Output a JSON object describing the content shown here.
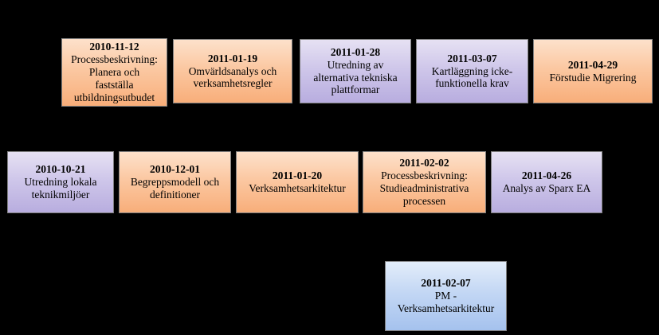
{
  "cards": [
    {
      "date": "2010-11-12",
      "title": "Processbeskrivning:\nPlanera och\nfastställa\nutbildningsutbudet",
      "color": "orange"
    },
    {
      "date": "2011-01-19",
      "title": "Omvärldsanalys och\nverksamhetsregler",
      "color": "orange"
    },
    {
      "date": "2011-01-28",
      "title": "Utredning av\nalternativa tekniska\nplattformar",
      "color": "purple"
    },
    {
      "date": "2011-03-07",
      "title": "Kartläggning icke-\nfunktionella krav",
      "color": "purple"
    },
    {
      "date": "2011-04-29",
      "title": "Förstudie Migrering",
      "color": "orange"
    },
    {
      "date": "2010-10-21",
      "title": "Utredning lokala\nteknikmiljöer",
      "color": "purple"
    },
    {
      "date": "2010-12-01",
      "title": "Begreppsmodell och\ndefinitioner",
      "color": "orange"
    },
    {
      "date": "2011-01-20",
      "title": "Verksamhetsarkitektur",
      "color": "orange"
    },
    {
      "date": "2011-02-02",
      "title": "Processbeskrivning:\nStudieadministrativa\nprocessen",
      "color": "orange"
    },
    {
      "date": "2011-04-26",
      "title": "Analys av Sparx EA",
      "color": "purple"
    },
    {
      "date": "2011-02-07",
      "title": "PM -\nVerksamhetsarkitektur",
      "color": "blue"
    }
  ],
  "colors": {
    "orange": "#fbc8a2",
    "purple": "#cfc7ea",
    "blue": "#c3d7f4",
    "background": "#000000"
  }
}
